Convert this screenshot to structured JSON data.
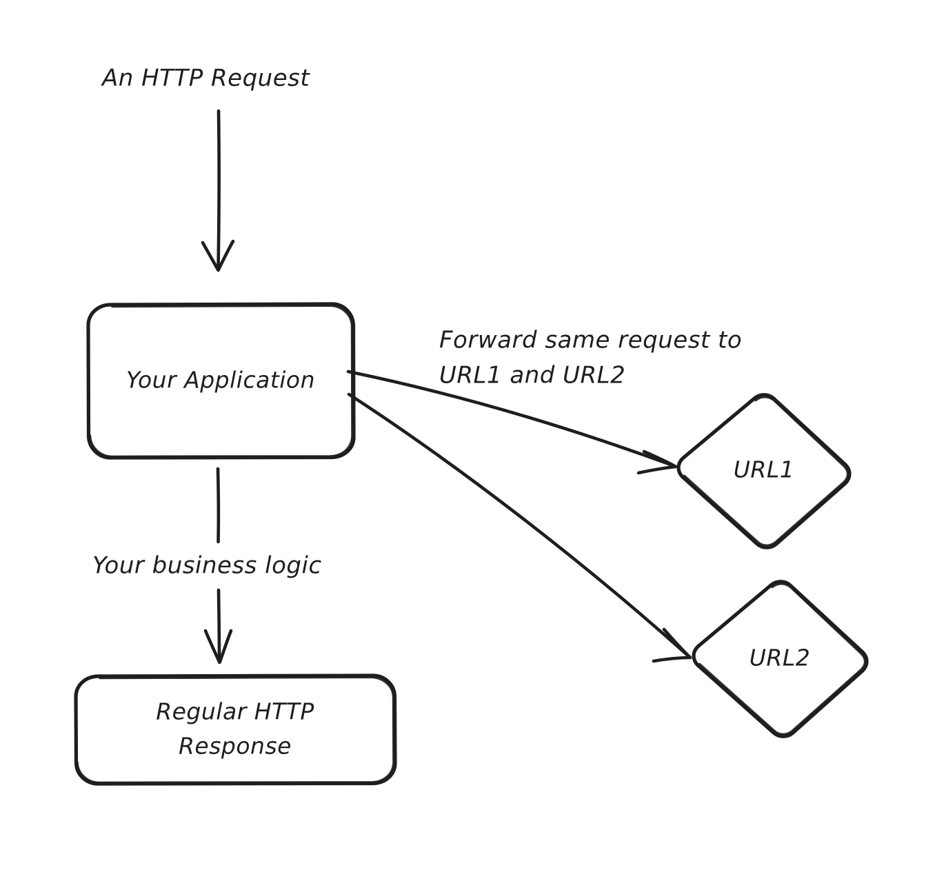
{
  "diagram": {
    "title_label": "An HTTP Request",
    "background_color": "#ffffff",
    "stroke_color": "#1e1e1e",
    "nodes": [
      {
        "id": "application",
        "shape": "rounded-rectangle",
        "label": "Your Application"
      },
      {
        "id": "response",
        "shape": "rounded-rectangle",
        "label_line1": "Regular HTTP",
        "label_line2": "Response"
      },
      {
        "id": "url1",
        "shape": "diamond",
        "label": "URL1"
      },
      {
        "id": "url2",
        "shape": "diamond",
        "label": "URL2"
      }
    ],
    "edges": [
      {
        "id": "incoming-request",
        "from": "external",
        "to": "application",
        "label": "An HTTP Request"
      },
      {
        "id": "business-logic",
        "from": "application",
        "to": "response",
        "label": "Your business logic"
      },
      {
        "id": "forward-url1",
        "from": "application",
        "to": "url1",
        "label_line1": "Forward same request to",
        "label_line2": "URL1 and URL2"
      },
      {
        "id": "forward-url2",
        "from": "application",
        "to": "url2",
        "label_line1": "",
        "label_line2": ""
      }
    ],
    "edge_labels": {
      "forward_line1": "Forward same request to",
      "forward_line2": "URL1 and URL2",
      "business_logic": "Your business logic"
    }
  }
}
